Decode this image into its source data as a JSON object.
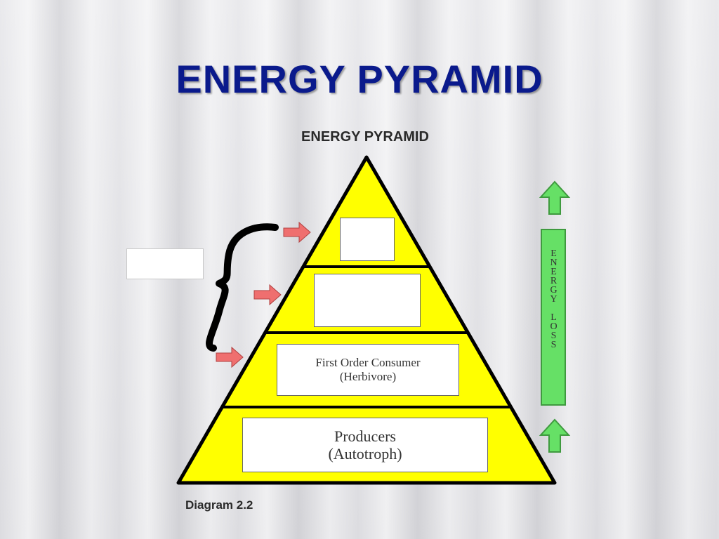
{
  "slide": {
    "title": "ENERGY PYRAMID"
  },
  "diagram": {
    "caption_top": "ENERGY PYRAMID",
    "caption_bottom": "Diagram 2.2",
    "levels": [
      {
        "line1": "",
        "line2": ""
      },
      {
        "line1": "",
        "line2": ""
      },
      {
        "line1": "First Order Consumer",
        "line2": "(Herbivore)"
      },
      {
        "line1": "Producers",
        "line2": "(Autotroph)"
      }
    ],
    "energy_loss_label": "ENERGY LOSS",
    "colors": {
      "pyramid_fill": "#ffff00",
      "arrow_red": "#ef6f6f",
      "arrow_green": "#66e066",
      "title": "#0a1a8c"
    }
  }
}
